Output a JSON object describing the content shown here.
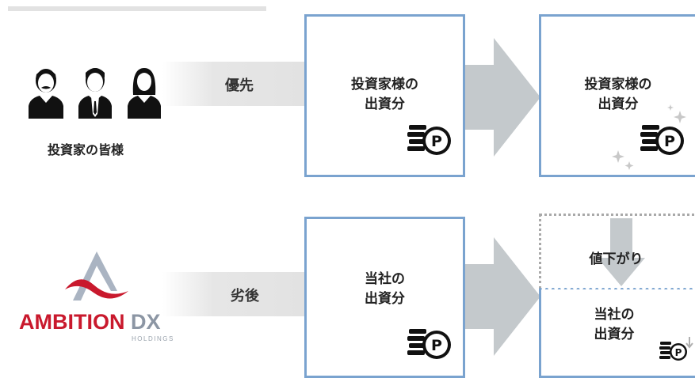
{
  "colors": {
    "box_border": "#7aa3cf",
    "arrow": "#c4c9cc",
    "coin": "#111111",
    "logo_red": "#c9192d",
    "logo_gray": "#8c96a4"
  },
  "investors": {
    "caption": "投資家の皆様",
    "priority_label": "優先",
    "box1": {
      "line1": "投資家様の",
      "line2": "出資分"
    },
    "box2": {
      "line1": "投資家様の",
      "line2": "出資分"
    }
  },
  "company": {
    "logo_main": "AMBITION",
    "logo_dx": "DX",
    "logo_sub": "HOLDINGS",
    "subordinate_label": "劣後",
    "box1": {
      "line1": "当社の",
      "line2": "出資分"
    },
    "drop_label": "値下がり",
    "box2": {
      "line1": "当社の",
      "line2": "出資分"
    }
  },
  "icons": {
    "people": [
      "man-mustache-icon",
      "man-suit-icon",
      "woman-icon"
    ],
    "coin": "coin-stack-p-icon",
    "sparkle": "sparkle-icon",
    "down_arrow": "down-arrow-icon"
  }
}
